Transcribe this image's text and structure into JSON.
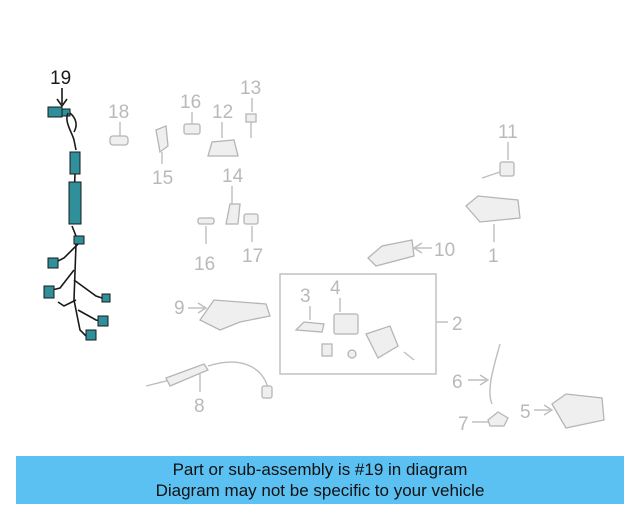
{
  "diagram": {
    "callouts": {
      "c1": "1",
      "c2": "2",
      "c3": "3",
      "c4": "4",
      "c5": "5",
      "c6": "6",
      "c7": "7",
      "c8": "8",
      "c9": "9",
      "c10": "10",
      "c11": "11",
      "c12": "12",
      "c13": "13",
      "c14": "14",
      "c15": "15",
      "c16a": "16",
      "c16b": "16",
      "c17": "17",
      "c18": "18",
      "c19": "19"
    },
    "highlight_color": "#2f8f9a"
  },
  "banner": {
    "line1": "Part or sub-assembly is #19 in diagram",
    "line2": "Diagram may not be specific to your vehicle",
    "color": "#5bc0f2"
  }
}
